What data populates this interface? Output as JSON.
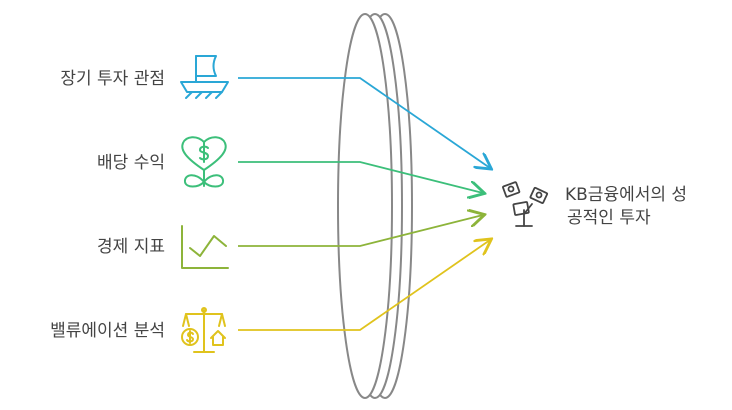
{
  "inputs": [
    {
      "label": "장기 투자 관점",
      "icon": "sailboat-icon",
      "color": "#2aa7d6"
    },
    {
      "label": "배당 수익",
      "icon": "heart-dollar-plant-icon",
      "color": "#3cbf7a"
    },
    {
      "label": "경제 지표",
      "icon": "line-chart-icon",
      "color": "#8db43a"
    },
    {
      "label": "밸류에이션 분석",
      "icon": "balance-scale-icon",
      "color": "#e0c31d"
    }
  ],
  "output": {
    "line1": "KB금융에서의 성",
    "line2": "공적인 투자",
    "icon": "money-growth-icon"
  },
  "lens": {
    "icon": "lens-icon",
    "color": "#888888"
  }
}
